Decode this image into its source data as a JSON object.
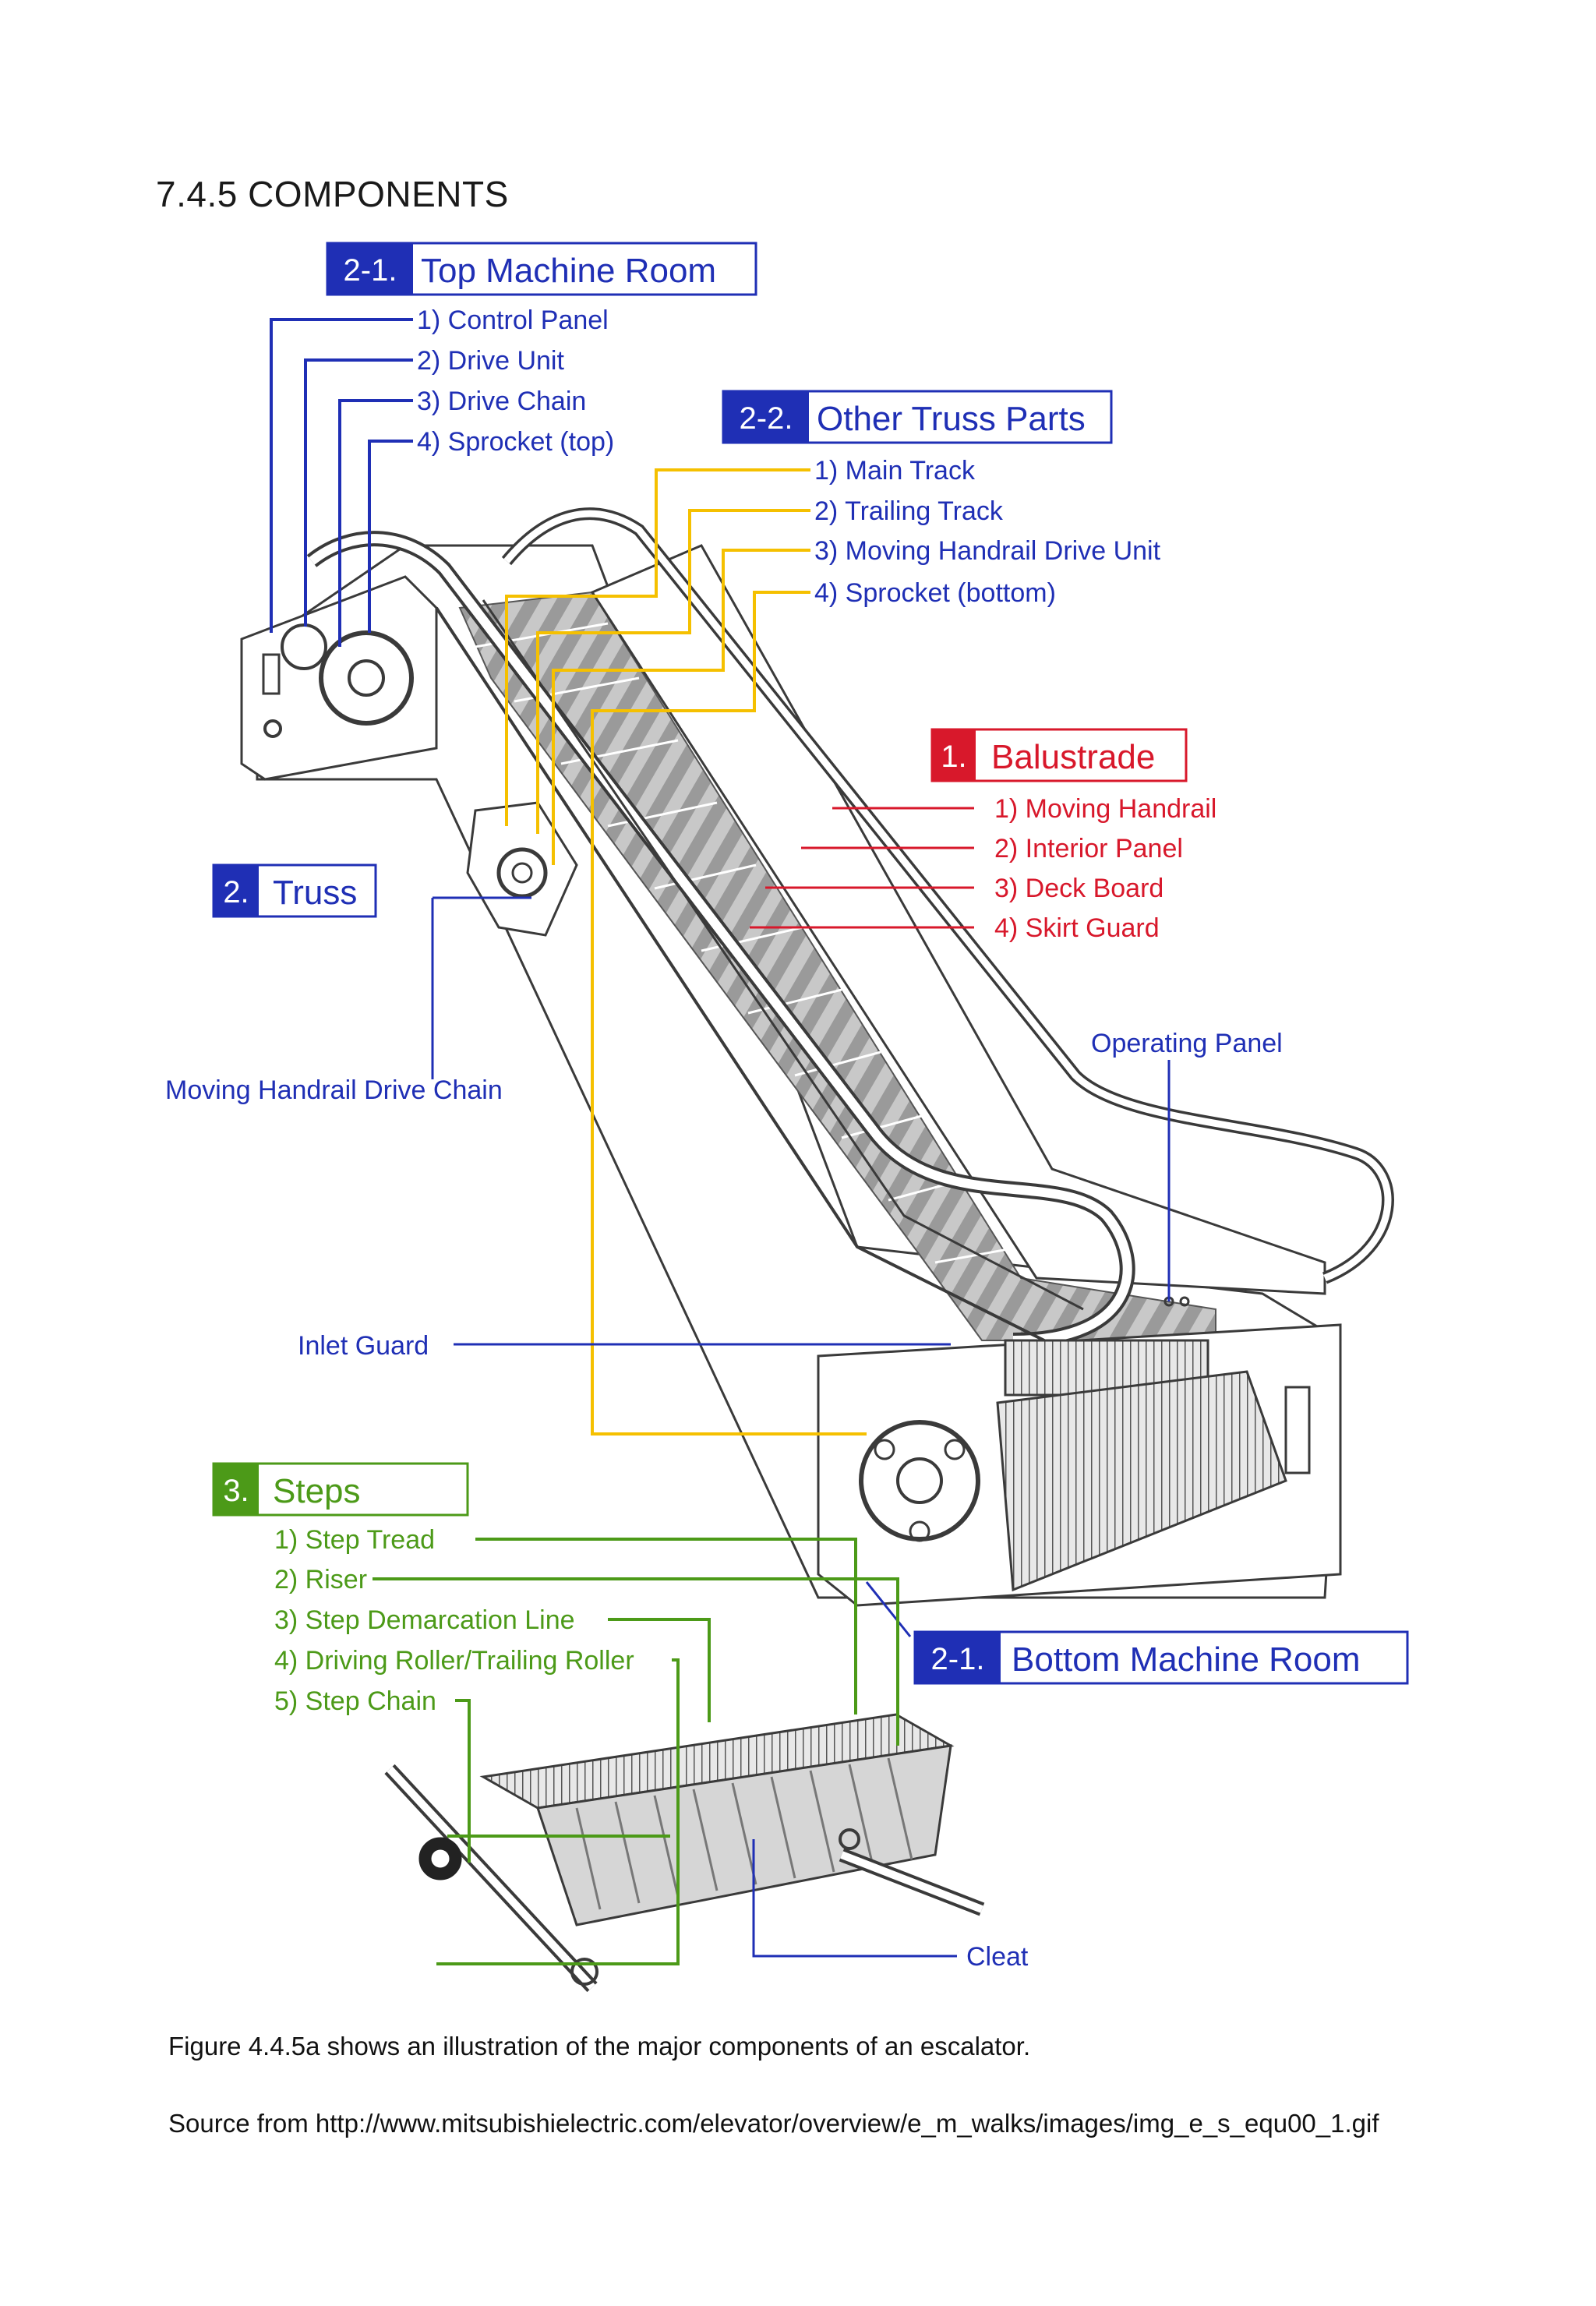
{
  "heading": "7.4.5 COMPONENTS",
  "colors": {
    "blue": "#1f2fb5",
    "red": "#d8182b",
    "green": "#4c9a18",
    "yellow": "#f5c000",
    "linework": "#3a3a3a"
  },
  "groups": {
    "top_machine_room": {
      "number": "2-1.",
      "title": "Top Machine Room",
      "items": [
        "1) Control Panel",
        "2) Drive Unit",
        "3) Drive Chain",
        "4) Sprocket (top)"
      ]
    },
    "other_truss_parts": {
      "number": "2-2.",
      "title": "Other Truss Parts",
      "items": [
        "1) Main Track",
        "2) Trailing Track",
        "3) Moving Handrail Drive Unit",
        "4) Sprocket (bottom)"
      ]
    },
    "balustrade": {
      "number": "1.",
      "title": "Balustrade",
      "items": [
        "1) Moving Handrail",
        "2) Interior Panel",
        "3) Deck Board",
        "4) Skirt Guard"
      ]
    },
    "truss": {
      "number": "2.",
      "title": "Truss",
      "sub_label": "Moving Handrail Drive Chain"
    },
    "steps": {
      "number": "3.",
      "title": "Steps",
      "items": [
        "1) Step Tread",
        "2) Riser",
        "3) Step Demarcation Line",
        "4) Driving Roller/Trailing Roller",
        "5) Step Chain"
      ]
    },
    "bottom_machine_room": {
      "number": "2-1.",
      "title": "Bottom Machine Room"
    }
  },
  "standalone_labels": {
    "operating_panel": "Operating Panel",
    "inlet_guard": "Inlet Guard",
    "cleat": "Cleat"
  },
  "caption": "Figure 4.4.5a shows an illustration of the major components of an escalator.",
  "source": "Source from http://www.mitsubishielectric.com/elevator/overview/e_m_walks/images/img_e_s_equ00_1.gif"
}
